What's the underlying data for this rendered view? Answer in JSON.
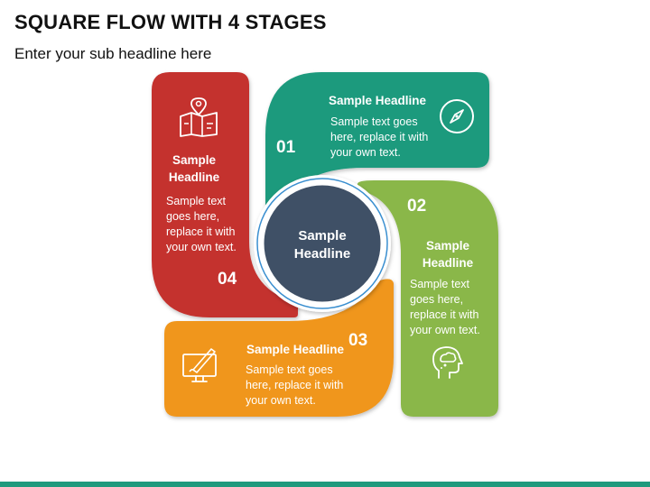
{
  "header": {
    "title": "SQUARE FLOW WITH 4 STAGES",
    "subtitle": "Enter your sub headline here"
  },
  "center": {
    "headline_line1": "Sample",
    "headline_line2": "Headline"
  },
  "stages": [
    {
      "number": "01",
      "headline": "Sample Headline",
      "text_lines": [
        "Sample text goes",
        "here, replace it with",
        "your own text."
      ],
      "color": "#1e9a7d",
      "icon": "compass-icon"
    },
    {
      "number": "02",
      "headline_lines": [
        "Sample",
        "Headline"
      ],
      "text_lines": [
        "Sample text",
        "goes here,",
        "replace it with",
        "your own text."
      ],
      "color": "#8ab74a",
      "icon": "head-mind-icon"
    },
    {
      "number": "03",
      "headline": "Sample Headline",
      "text_lines": [
        "Sample text goes",
        "here, replace it with",
        "your own text."
      ],
      "color": "#f0961f",
      "icon": "monitor-design-icon"
    },
    {
      "number": "04",
      "headline_lines": [
        "Sample",
        "Headline"
      ],
      "text_lines": [
        "Sample text",
        "goes here,",
        "replace it with",
        "your own text."
      ],
      "color": "#c4302e",
      "icon": "map-location-icon"
    }
  ],
  "colors": {
    "center_fill": "#3f5066",
    "ring": "#3a8fd0",
    "bottom_bar": "#1e9a7d"
  }
}
